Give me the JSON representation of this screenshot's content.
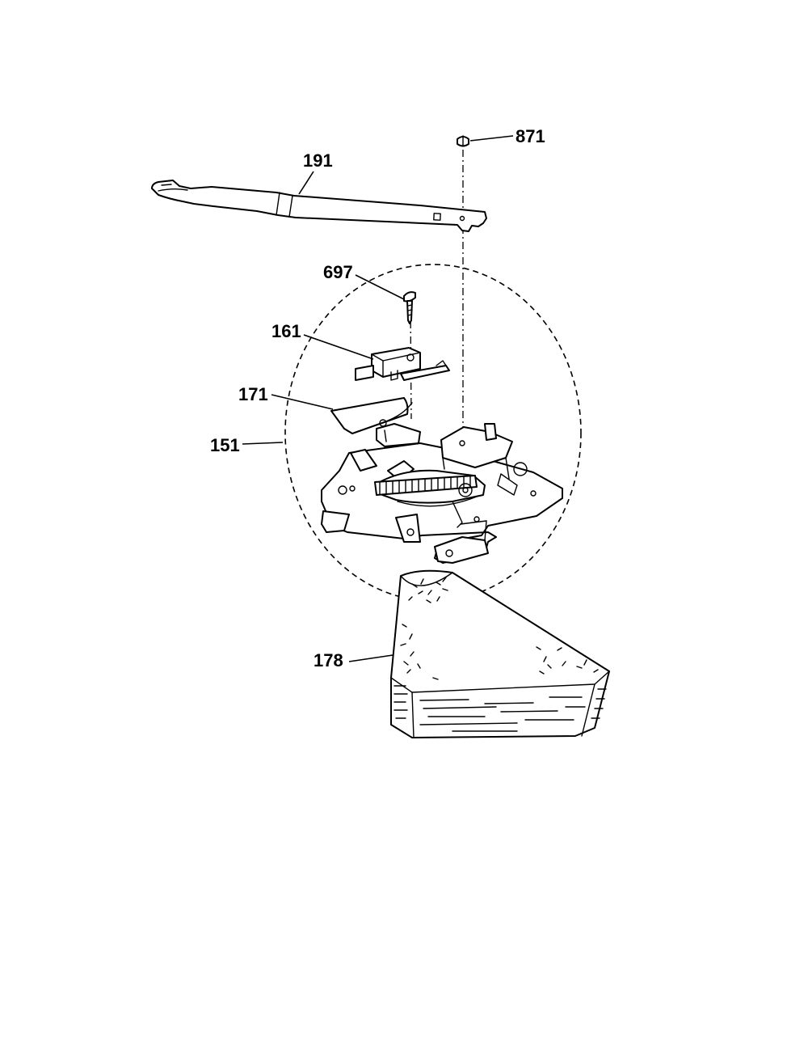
{
  "diagram": {
    "labels": {
      "p871": "871",
      "p191": "191",
      "p697": "697",
      "p161": "161",
      "p171": "171",
      "p151": "151",
      "p178": "178"
    }
  }
}
